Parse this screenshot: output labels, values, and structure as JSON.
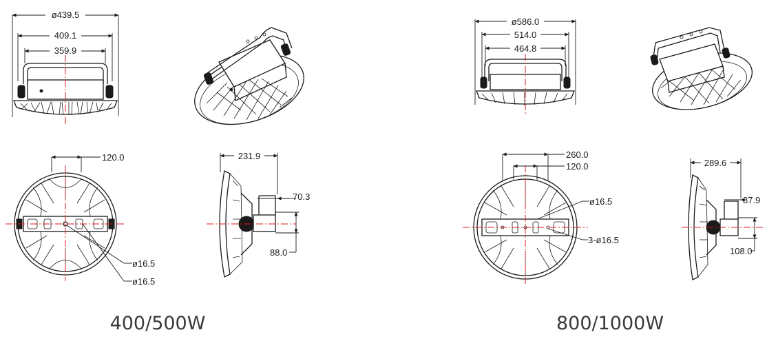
{
  "models": [
    {
      "caption": "400/500W",
      "dims": {
        "outer_diameter": "ø439.5",
        "bracket_outer": "409.1",
        "bracket_inner": "359.9",
        "hole_spacing": "120.0",
        "hole_diameter_1": "ø16.5",
        "hole_diameter_2": "ø16.5",
        "side_length": "231.9",
        "side_offset": "70.3",
        "side_height": "88.0"
      }
    },
    {
      "caption": "800/1000W",
      "dims": {
        "outer_diameter": "ø586.0",
        "bracket_outer": "514.0",
        "bracket_inner": "464.8",
        "hole_spacing_outer": "260.0",
        "hole_spacing_inner": "120.0",
        "hole_diameter_1": "ø16.5",
        "hole_diameter_2": "3-ø16.5",
        "side_length": "289.6",
        "side_offset": "87.9",
        "side_height": "108.0"
      }
    }
  ]
}
